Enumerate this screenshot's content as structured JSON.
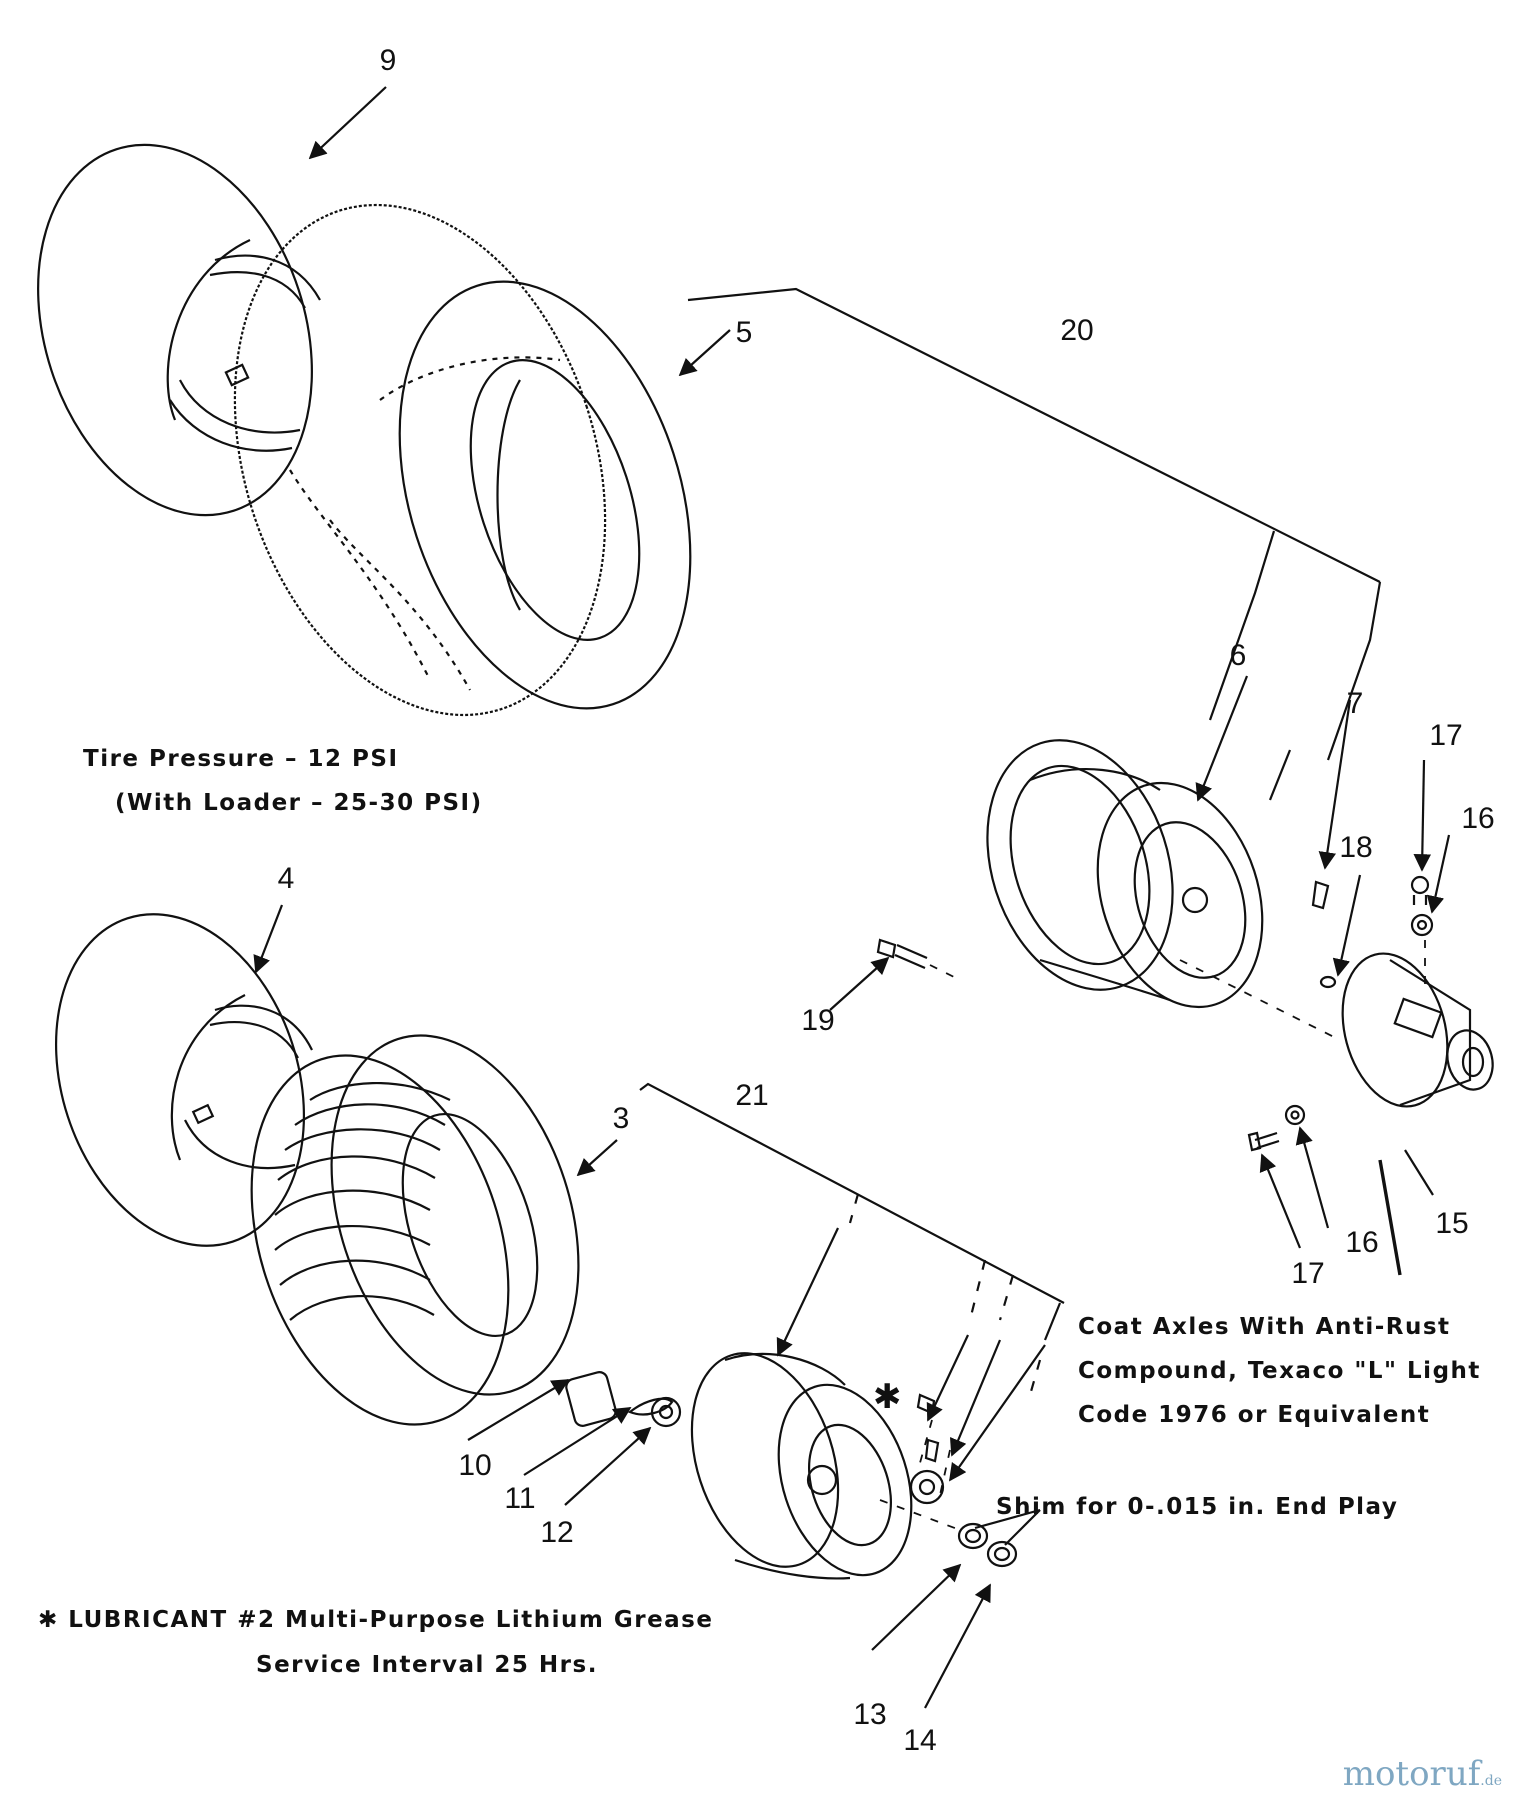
{
  "callouts": {
    "c3": "3",
    "c4": "4",
    "c5": "5",
    "c6": "6",
    "c7": "7",
    "c9": "9",
    "c10": "10",
    "c11": "11",
    "c12": "12",
    "c13": "13",
    "c14": "14",
    "c15": "15",
    "c16a": "16",
    "c16b": "16",
    "c17a": "17",
    "c17b": "17",
    "c18": "18",
    "c19": "19",
    "c20": "20",
    "c21": "21"
  },
  "notes": {
    "tire_pressure": "Tire Pressure  –  12 PSI",
    "with_loader": "(With Loader  –  25-30 PSI)",
    "coat_line1": "Coat Axles With Anti-Rust",
    "coat_line2": "Compound, Texaco \"L\" Light",
    "coat_line3": "Code 1976 or Equivalent",
    "shim": "Shim  for 0-.015 in. End Play",
    "lube_line1": "✱ LUBRICANT #2 Multi-Purpose Lithium Grease",
    "lube_line2": "Service Interval 25 Hrs.",
    "asterisk": "✱"
  },
  "watermark": {
    "main": "motoruf",
    "suffix": ".de"
  }
}
